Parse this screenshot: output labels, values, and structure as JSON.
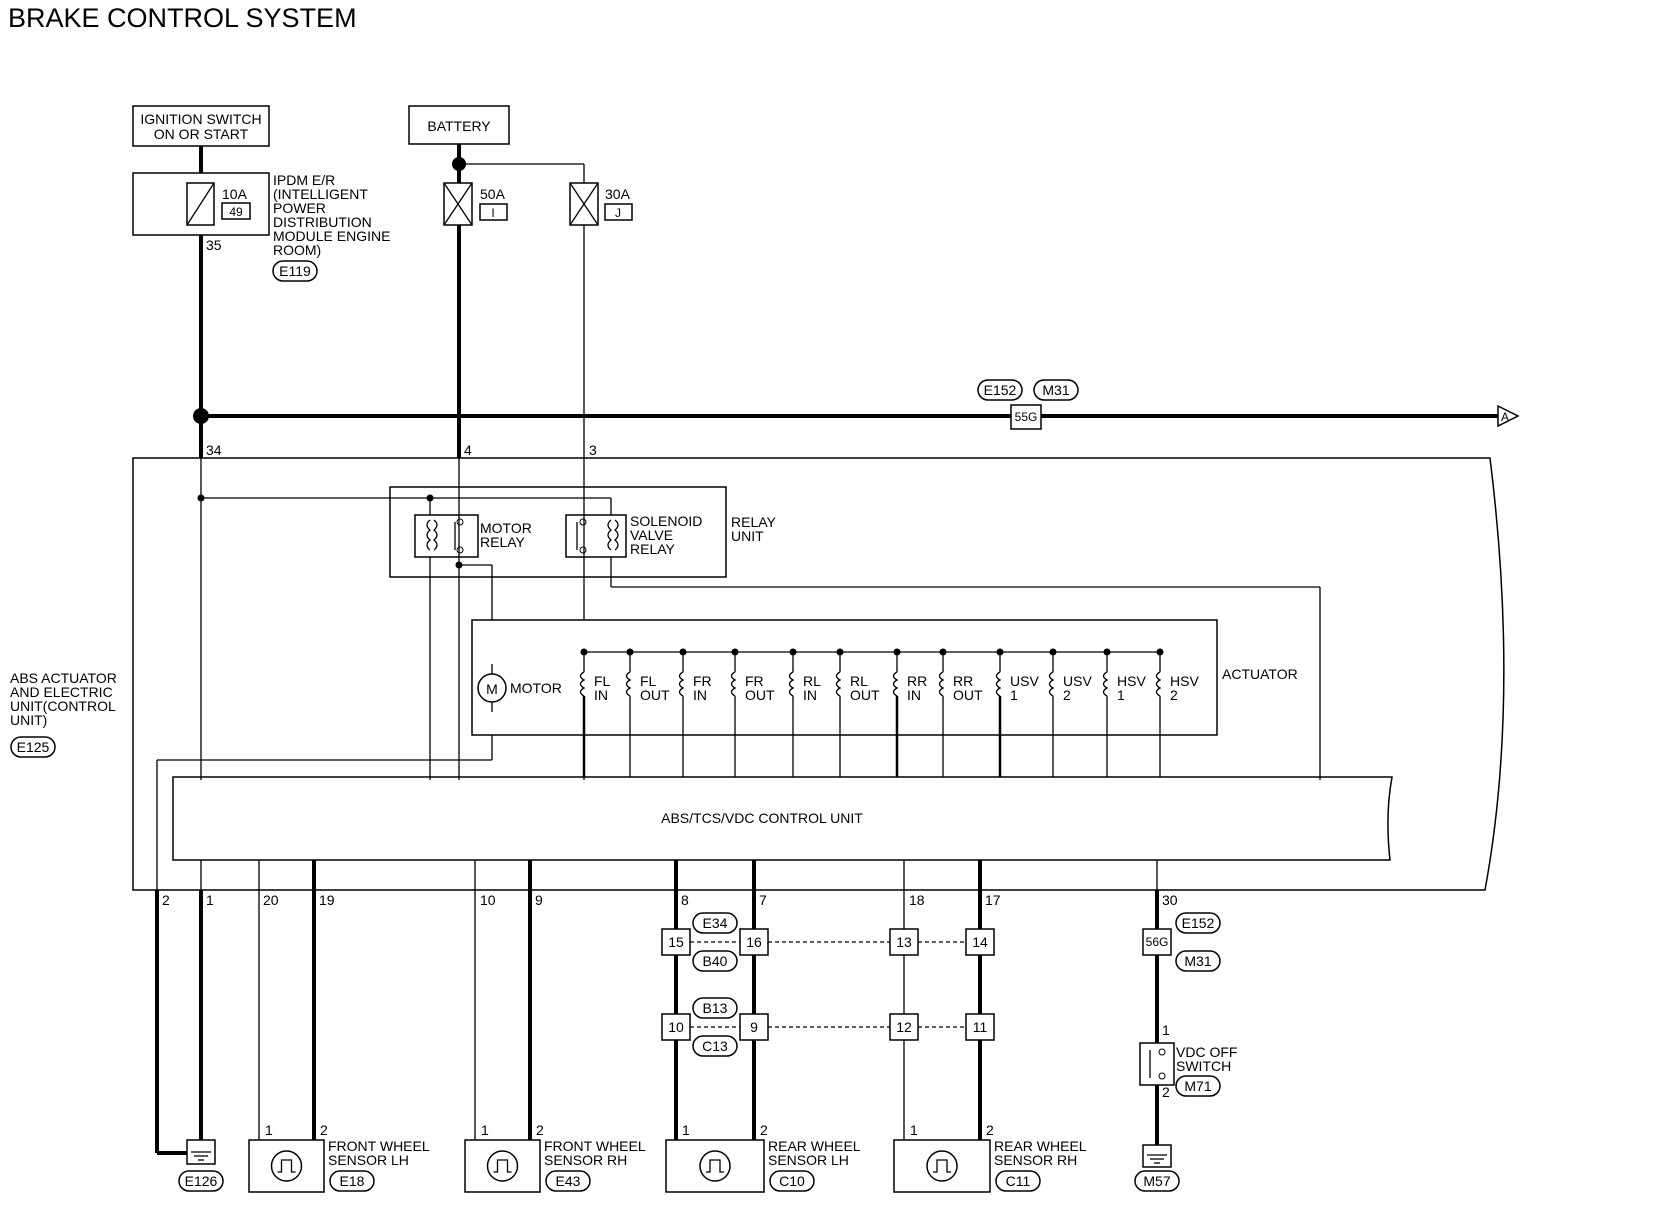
{
  "title": "BRAKE CONTROL SYSTEM",
  "power": {
    "ignition_line1": "IGNITION SWITCH",
    "ignition_line2": "ON OR START",
    "battery": "BATTERY"
  },
  "ipdm": {
    "fuse_amp": "10A",
    "fuse_no": "49",
    "line1": "IPDM E/R",
    "line2": "(INTELLIGENT",
    "line3": "POWER",
    "line4": "DISTRIBUTION",
    "line5": "MODULE ENGINE",
    "line6": "ROOM)",
    "connector": "E119",
    "pin_out": "35"
  },
  "fuses": {
    "f50_amp": "50A",
    "f50_id": "I",
    "f30_amp": "30A",
    "f30_id": "J"
  },
  "harness_top": {
    "conn1": "E152",
    "conn2": "M31",
    "terminal": "55G",
    "arrow": "A"
  },
  "pins_top": {
    "p34": "34",
    "p4": "4",
    "p3": "3"
  },
  "abs_unit": {
    "line1": "ABS ACTUATOR",
    "line2": "AND ELECTRIC",
    "line3": "UNIT(CONTROL",
    "line4": "UNIT)",
    "connector": "E125"
  },
  "relay_unit": {
    "motor_relay_1": "MOTOR",
    "motor_relay_2": "RELAY",
    "sol_1": "SOLENOID",
    "sol_2": "VALVE",
    "sol_3": "RELAY",
    "unit_1": "RELAY",
    "unit_2": "UNIT"
  },
  "actuator": {
    "label": "ACTUATOR",
    "motor": "MOTOR",
    "motor_symbol": "M",
    "valves": [
      {
        "l1": "FL",
        "l2": "IN"
      },
      {
        "l1": "FL",
        "l2": "OUT"
      },
      {
        "l1": "FR",
        "l2": "IN"
      },
      {
        "l1": "FR",
        "l2": "OUT"
      },
      {
        "l1": "RL",
        "l2": "IN"
      },
      {
        "l1": "RL",
        "l2": "OUT"
      },
      {
        "l1": "RR",
        "l2": "IN"
      },
      {
        "l1": "RR",
        "l2": "OUT"
      },
      {
        "l1": "USV",
        "l2": "1"
      },
      {
        "l1": "USV",
        "l2": "2"
      },
      {
        "l1": "HSV",
        "l2": "1"
      },
      {
        "l1": "HSV",
        "l2": "2"
      }
    ]
  },
  "control_unit": {
    "label": "ABS/TCS/VDC CONTROL UNIT"
  },
  "pins_bottom": {
    "p2": "2",
    "p1": "1",
    "p20": "20",
    "p19": "19",
    "p10": "10",
    "p9": "9",
    "p8": "8",
    "p7": "7",
    "p18": "18",
    "p17": "17",
    "p30": "30"
  },
  "junctions": {
    "c_e34": "E34",
    "c_b40": "B40",
    "c_b13": "B13",
    "c_c13": "C13",
    "t15": "15",
    "t16": "16",
    "t13": "13",
    "t14": "14",
    "t10": "10",
    "t9": "9",
    "t12": "12",
    "t11": "11"
  },
  "vdc": {
    "conn1": "E152",
    "conn2": "M31",
    "terminal": "56G",
    "pin1": "1",
    "pin2": "2",
    "sw_1": "VDC OFF",
    "sw_2": "SWITCH",
    "connector": "M71",
    "ground": "M57"
  },
  "ground_left": "E126",
  "sensors": [
    {
      "pin1": "1",
      "pin2": "2",
      "l1": "FRONT WHEEL",
      "l2": "SENSOR LH",
      "connector": "E18"
    },
    {
      "pin1": "1",
      "pin2": "2",
      "l1": "FRONT WHEEL",
      "l2": "SENSOR RH",
      "connector": "E43"
    },
    {
      "pin1": "1",
      "pin2": "2",
      "l1": "REAR WHEEL",
      "l2": "SENSOR LH",
      "connector": "C10"
    },
    {
      "pin1": "1",
      "pin2": "2",
      "l1": "REAR WHEEL",
      "l2": "SENSOR RH",
      "connector": "C11"
    }
  ]
}
